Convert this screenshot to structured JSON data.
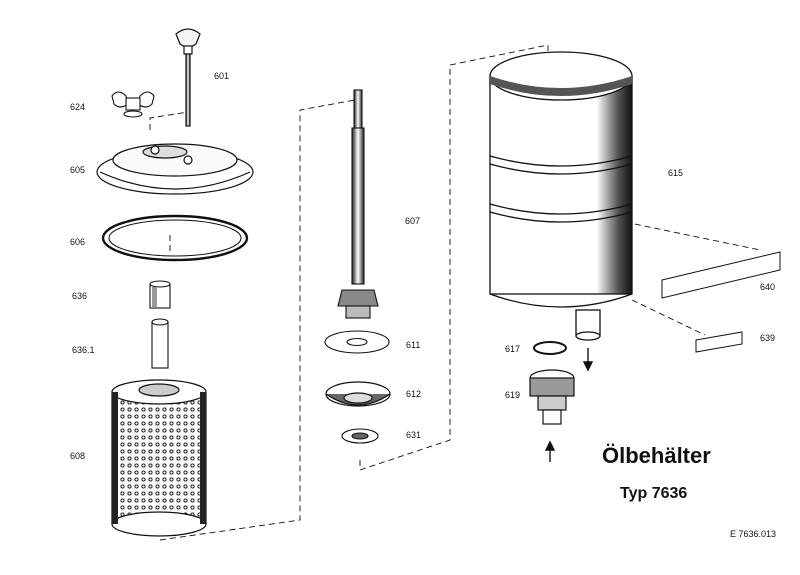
{
  "title": "Ölbehälter",
  "subtitle": "Typ 7636",
  "reference": "E  7636.013",
  "labels": {
    "p601": "601",
    "p624": "624",
    "p605": "605",
    "p606": "606",
    "p636": "636",
    "p636_1": "636.1",
    "p608": "608",
    "p607": "607",
    "p611": "611",
    "p612": "612",
    "p631": "631",
    "p615": "615",
    "p640": "640",
    "p639": "639",
    "p617": "617",
    "p619": "619"
  }
}
